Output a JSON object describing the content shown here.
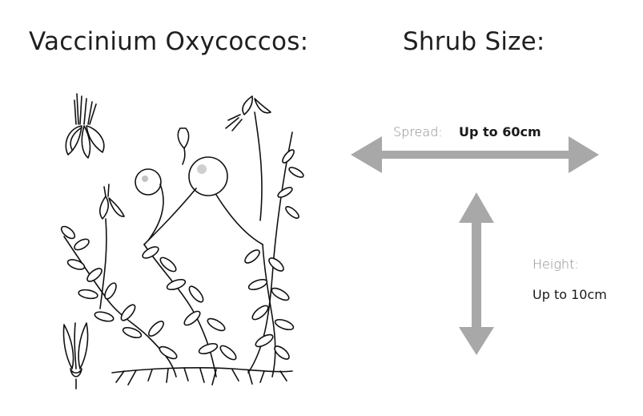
{
  "plant": {
    "title": "Vaccinium Oxycoccos:",
    "illustration_icon": "cranberry-plant-illustration"
  },
  "shrub_size": {
    "title": "Shrub Size:",
    "spread": {
      "label": "Spread:",
      "value": "Up to 60cm"
    },
    "height": {
      "label": "Height:",
      "value": "Up to 10cm"
    },
    "arrow_color": "#a8a8a8"
  }
}
